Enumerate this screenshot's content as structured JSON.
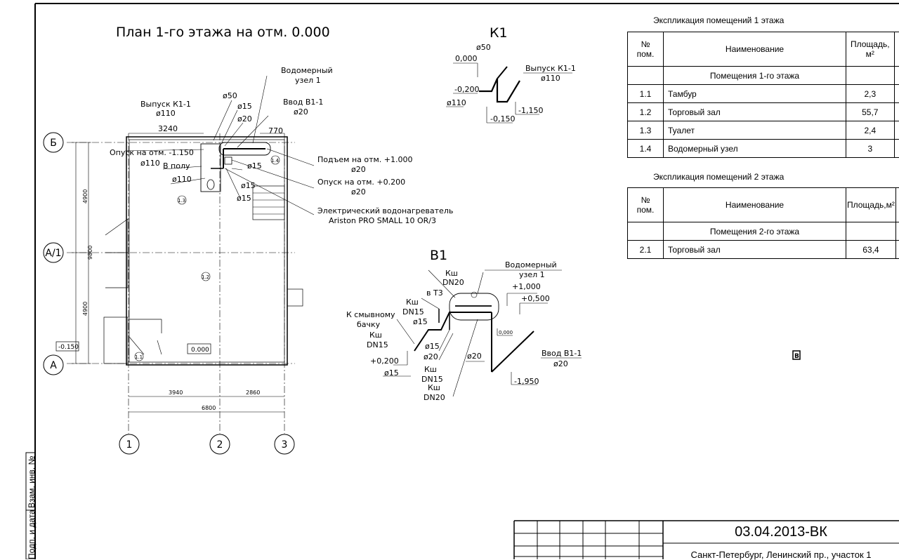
{
  "plan": {
    "title": "План 1-го этажа  на отм. 0.000",
    "axes": {
      "b": "Б",
      "a1": "А/1",
      "a": "А",
      "n1": "1",
      "n2": "2",
      "n3": "3"
    },
    "dims": {
      "d3240": "3240",
      "d770": "770",
      "d4900a": "4900",
      "d9800": "9800",
      "d4900b": "4900",
      "d3940": "3940",
      "d2860": "2860",
      "d6800": "6800",
      "m0150": "-0.150",
      "z0000": "0.000"
    },
    "labels": {
      "vodomerny": "Водомерный",
      "uzel1": "узел 1",
      "vypusk": "Выпуск К1-1",
      "phi110a": "ø110",
      "phi50": "ø50",
      "vvod": "Ввод В1-1",
      "phi20a": "ø20",
      "phi15a": "ø15",
      "phi20b": "ø20",
      "opusk": "Опуск на отм. -1.150",
      "phi110b": "ø110",
      "vpolu": "В полу",
      "phi110c": "ø110",
      "phi15b": "ø15",
      "phi15c": "ø15",
      "phi15d": "ø15",
      "podem": "Подъем на отм. +1.000",
      "phi20c": "ø20",
      "opusk2": "Опуск на отм. +0.200",
      "phi20d": "ø20",
      "heater": "Электрический водонагреватель",
      "heater2": "Ariston PRO SMALL 10 OR/3",
      "r11": "1.1",
      "r12": "1.2",
      "r13": "1.3",
      "r14": "1.4"
    }
  },
  "k1": {
    "title": "К1",
    "phi50": "ø50",
    "z000": "0,000",
    "m0200": "-0,200",
    "phi110": "ø110",
    "m0150": "-0,150",
    "m1150": "-1,150",
    "vypusk": "Выпуск К1-1",
    "phi110b": "ø110"
  },
  "b1": {
    "title": "В1",
    "kw1": "Кш",
    "dn20a": "DN20",
    "vt3": "в Т3",
    "vodomerny": "Водомерный",
    "uzel1": "узел 1",
    "p1000": "+1,000",
    "p0500": "+0,500",
    "kw2": "Кш",
    "dn15a": "DN15",
    "phi15a": "ø15",
    "smyv": "К смывному",
    "bachok": "бачку",
    "kw3": "Кш",
    "dn15b": "DN15",
    "p0200": "+0,200",
    "phi15b": "ø15",
    "phi15c": "ø15",
    "phi20a": "ø20",
    "kw4": "Кш",
    "dn15c": "DN15",
    "kw5": "Кш",
    "dn20b": "DN20",
    "phi20b": "ø20",
    "z0000": "0,000",
    "vvod": "Ввод В1-1",
    "phi20c": "ø20",
    "m1950": "-1,950"
  },
  "floor1": {
    "caption": "Экспликация помещений 1 этажа",
    "headers": [
      "№ пом.",
      "Наименование",
      "Площадь, м²"
    ],
    "section": "Помещения 1-го этажа",
    "rows": [
      {
        "num": "1.1",
        "name": "Тамбур",
        "area": "2,3"
      },
      {
        "num": "1.2",
        "name": "Торговый зал",
        "area": "55,7"
      },
      {
        "num": "1.3",
        "name": "Туалет",
        "area": "2,4"
      },
      {
        "num": "1.4",
        "name": "Водомерный узел",
        "area": "3"
      }
    ]
  },
  "floor2": {
    "caption": "Экспликация помещений 2 этажа",
    "headers": [
      "№ пом.",
      "Наименование",
      "Площадь,м²"
    ],
    "section": "Помещения 2-го этажа",
    "rows": [
      {
        "num": "2.1",
        "name": "Торговый зал",
        "area": "63,4"
      }
    ]
  },
  "marker": "В",
  "stamp": {
    "code": "03.04.2013-ВК",
    "address": "Санкт-Петербург, Ленинский пр., участок 1"
  },
  "side": {
    "vzam": "Взам. инв. №",
    "podp": "Подп. и дата"
  }
}
